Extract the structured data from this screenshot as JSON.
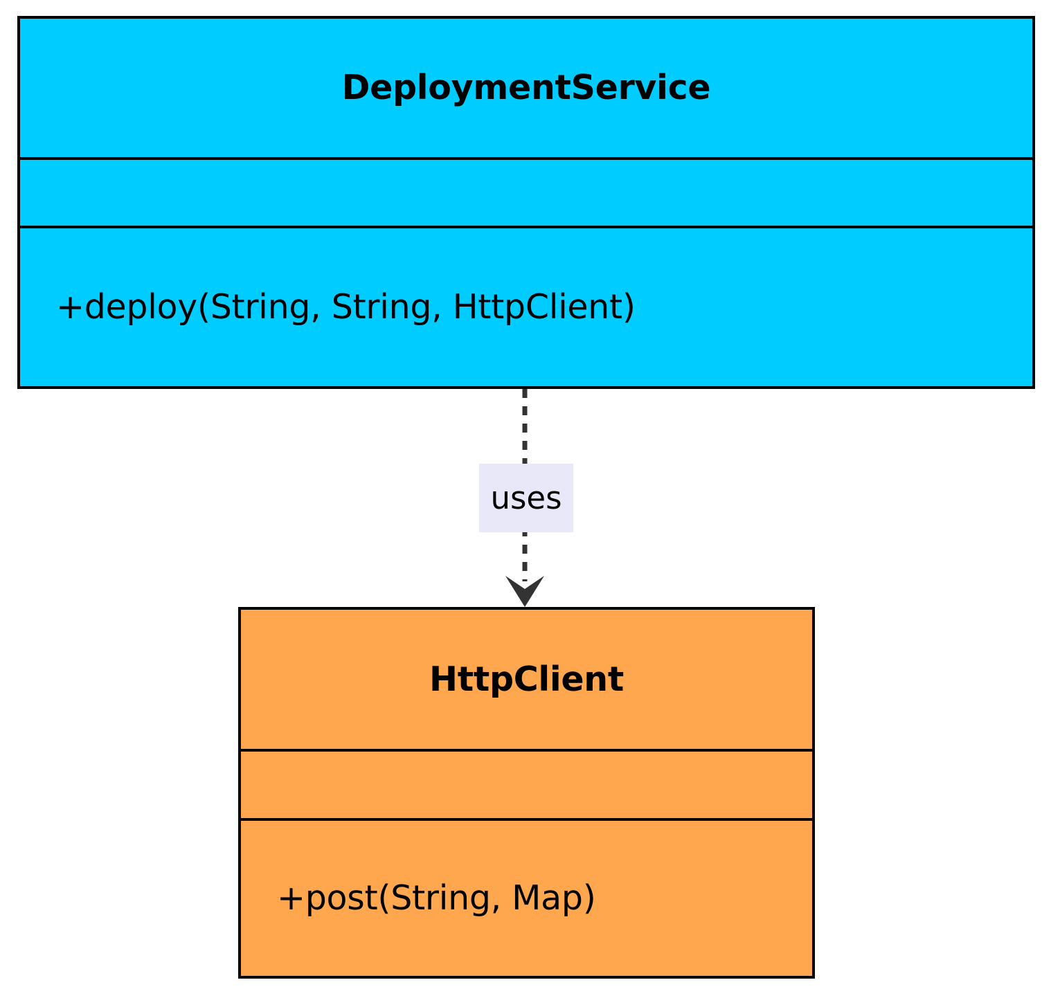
{
  "diagram": {
    "type": "uml-class-diagram",
    "background_color": "#FFFFFF",
    "classes": [
      {
        "id": "deploymentservice",
        "name": "DeploymentService",
        "fill_color": "#00CCFF",
        "border_color": "#000000",
        "attributes": [],
        "methods": [
          "+deploy(String, String, HttpClient)"
        ]
      },
      {
        "id": "httpclient",
        "name": "HttpClient",
        "fill_color": "#FFA74F",
        "border_color": "#000000",
        "attributes": [],
        "methods": [
          "+post(String, Map)"
        ]
      }
    ],
    "relationships": [
      {
        "id": "uses",
        "label": "uses",
        "kind": "dependency",
        "line_style": "dashed",
        "arrow_head": "open",
        "line_color": "#333333",
        "label_background": "#E8E8F8",
        "from": "DeploymentService",
        "to": "HttpClient"
      }
    ]
  }
}
